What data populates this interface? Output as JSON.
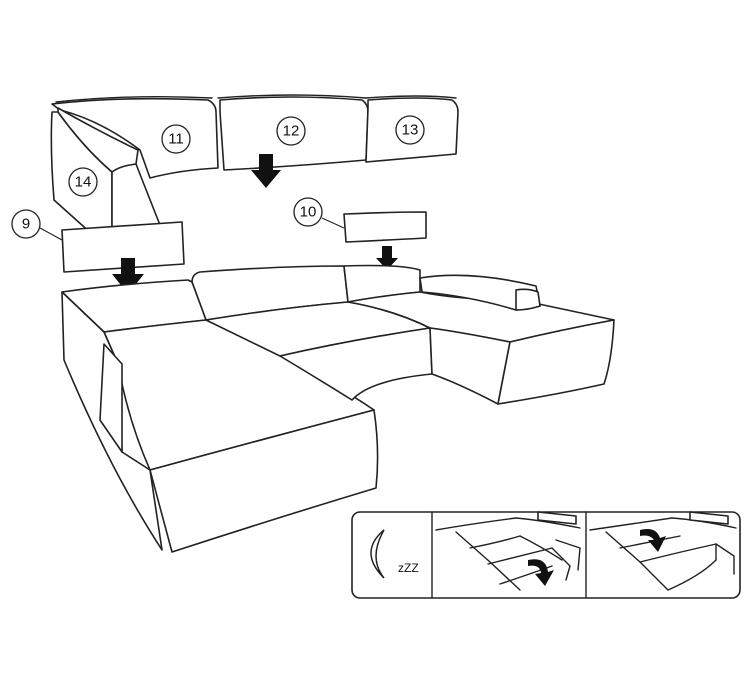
{
  "callouts": [
    {
      "id": "9",
      "label": "9"
    },
    {
      "id": "10",
      "label": "10"
    },
    {
      "id": "11",
      "label": "11"
    },
    {
      "id": "12",
      "label": "12"
    },
    {
      "id": "13",
      "label": "13"
    },
    {
      "id": "14",
      "label": "14"
    }
  ],
  "sleep_panel": {
    "sleep_text": "zZZ",
    "icon": "moon-icon"
  },
  "colors": {
    "line": "#222222",
    "arrow": "#111111",
    "background": "#ffffff"
  }
}
